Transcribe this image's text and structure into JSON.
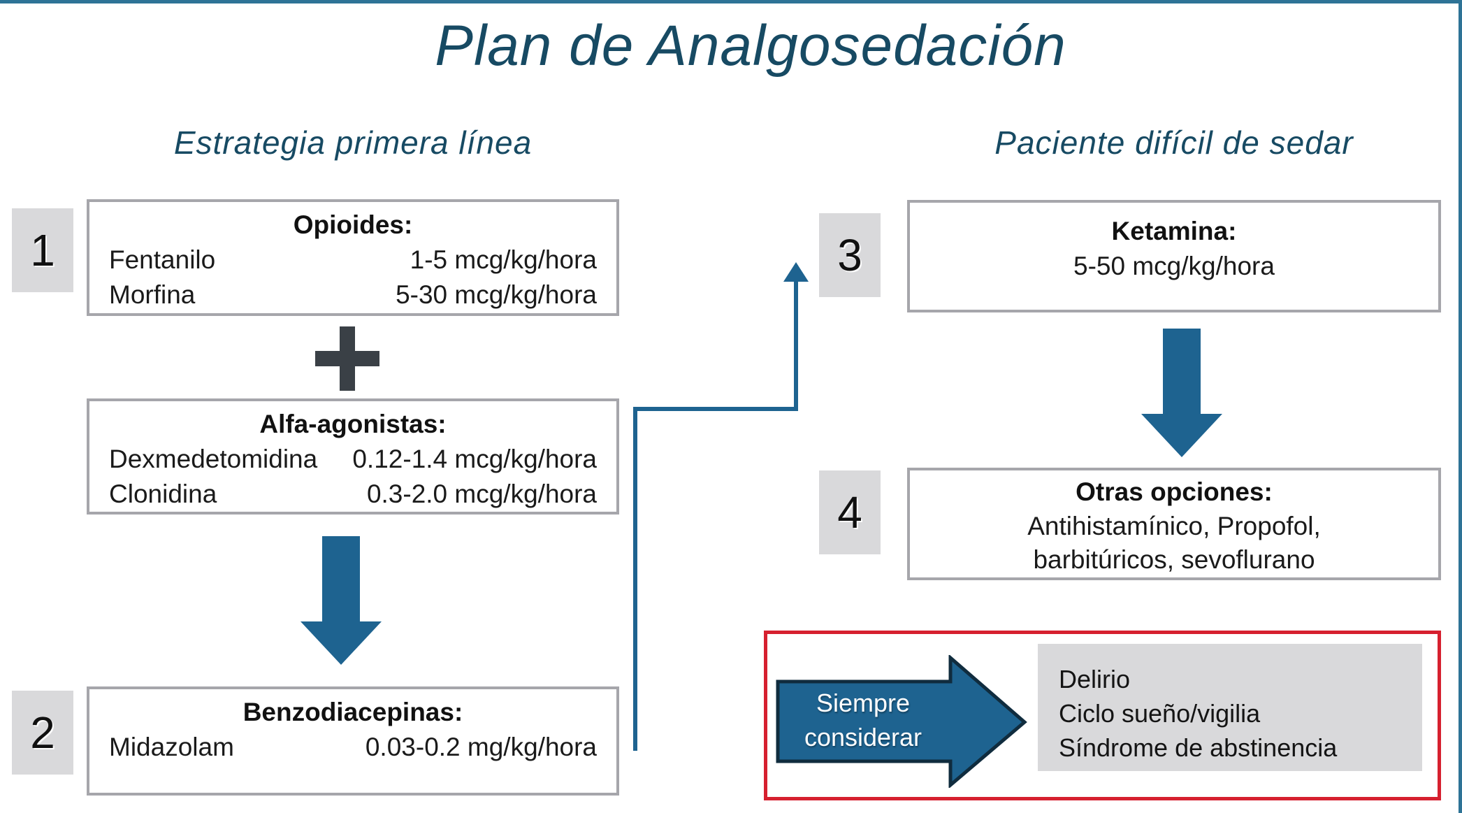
{
  "title": "Plan de Analgosedación",
  "sections": {
    "first_line": {
      "heading": "Estrategia primera línea"
    },
    "difficult_patient": {
      "heading": "Paciente difícil de sedar"
    }
  },
  "steps": {
    "opioids": {
      "number": "1",
      "title": "Opioides:",
      "rows": [
        {
          "drug": "Fentanilo",
          "dose": "1-5 mcg/kg/hora"
        },
        {
          "drug": "Morfina",
          "dose": "5-30 mcg/kg/hora"
        }
      ]
    },
    "alpha_agonists": {
      "title": "Alfa-agonistas:",
      "rows": [
        {
          "drug": "Dexmedetomidina",
          "dose": "0.12-1.4 mcg/kg/hora"
        },
        {
          "drug": "Clonidina",
          "dose": "0.3-2.0 mcg/kg/hora"
        }
      ]
    },
    "benzodiazepines": {
      "number": "2",
      "title": "Benzodiacepinas:",
      "rows": [
        {
          "drug": "Midazolam",
          "dose": "0.03-0.2 mg/kg/hora"
        }
      ]
    },
    "ketamine": {
      "number": "3",
      "title": "Ketamina:",
      "dose": "5-50 mcg/kg/hora"
    },
    "other_options": {
      "number": "4",
      "title": "Otras opciones:",
      "lines": [
        "Antihistamínico, Propofol,",
        "barbitúricos, sevoflurano"
      ]
    }
  },
  "always_consider": {
    "label_lines": [
      "Siempre",
      "considerar"
    ],
    "items": [
      "Delirio",
      "Ciclo sueño/vigilia",
      "Síndrome de abstinencia"
    ]
  },
  "colors": {
    "heading_teal": "#174a63",
    "arrow_blue": "#1e6390",
    "highlight_red": "#d6202f",
    "panel_gray": "#d9d9db",
    "box_border_gray": "#a6a6ab",
    "frame_teal": "#2e7396"
  }
}
